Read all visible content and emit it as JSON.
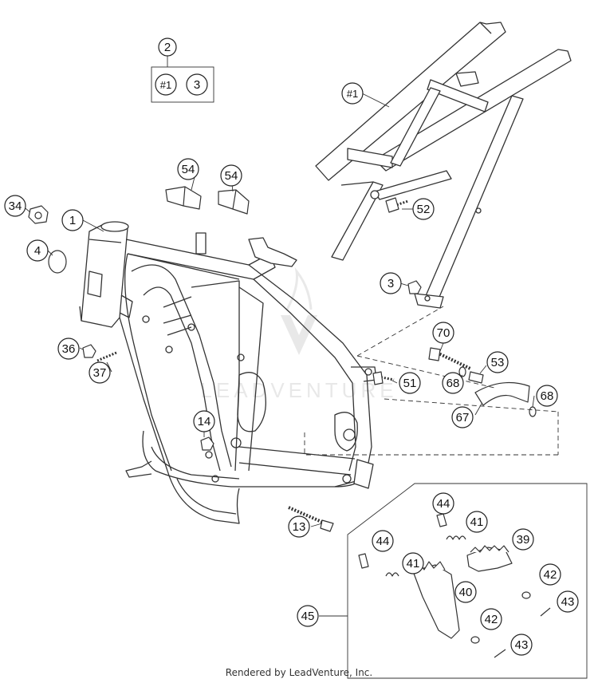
{
  "watermark": "LEADVENTURE",
  "footer": "Rendered by LeadVenture, Inc.",
  "callouts": {
    "c2": "2",
    "c_sub1": "#1",
    "c_sub3": "3",
    "c1_rear": "#1",
    "c54a": "54",
    "c54b": "54",
    "c34": "34",
    "c1": "1",
    "c4": "4",
    "c52": "52",
    "c3": "3",
    "c70": "70",
    "c53": "53",
    "c51": "51",
    "c68a": "68",
    "c68b": "68",
    "c67": "67",
    "c36": "36",
    "c37": "37",
    "c14": "14",
    "c13": "13",
    "c44a": "44",
    "c41a": "41",
    "c39": "39",
    "c44b": "44",
    "c41b": "41",
    "c42a": "42",
    "c43a": "43",
    "c40": "40",
    "c42b": "42",
    "c43b": "43",
    "c45": "45"
  }
}
